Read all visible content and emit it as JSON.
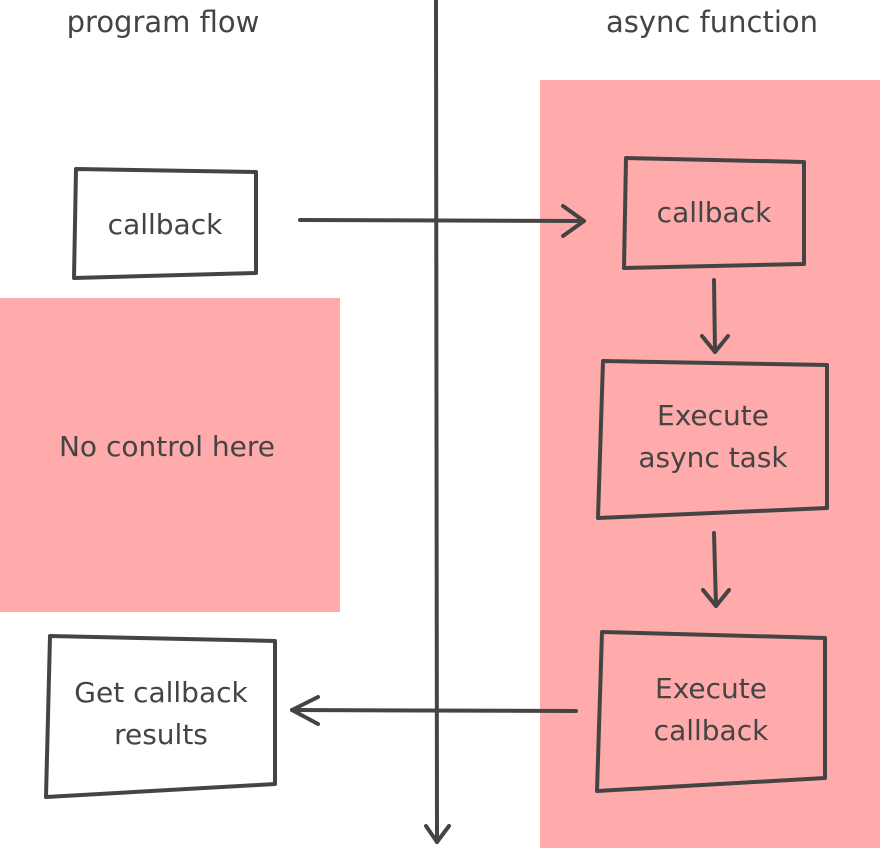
{
  "diagram": {
    "headers": {
      "left": "program flow",
      "right": "async function"
    },
    "left_callback": "callback",
    "no_control": "No control here",
    "get_results": [
      "Get callback",
      "results"
    ],
    "right_callback": "callback",
    "execute_task": [
      "Execute",
      "async task"
    ],
    "execute_callback": [
      "Execute",
      "callback"
    ]
  },
  "colors": {
    "stroke": "#444444",
    "region_fill": "#ffaaab",
    "box_fill_left": "#ffffff"
  }
}
